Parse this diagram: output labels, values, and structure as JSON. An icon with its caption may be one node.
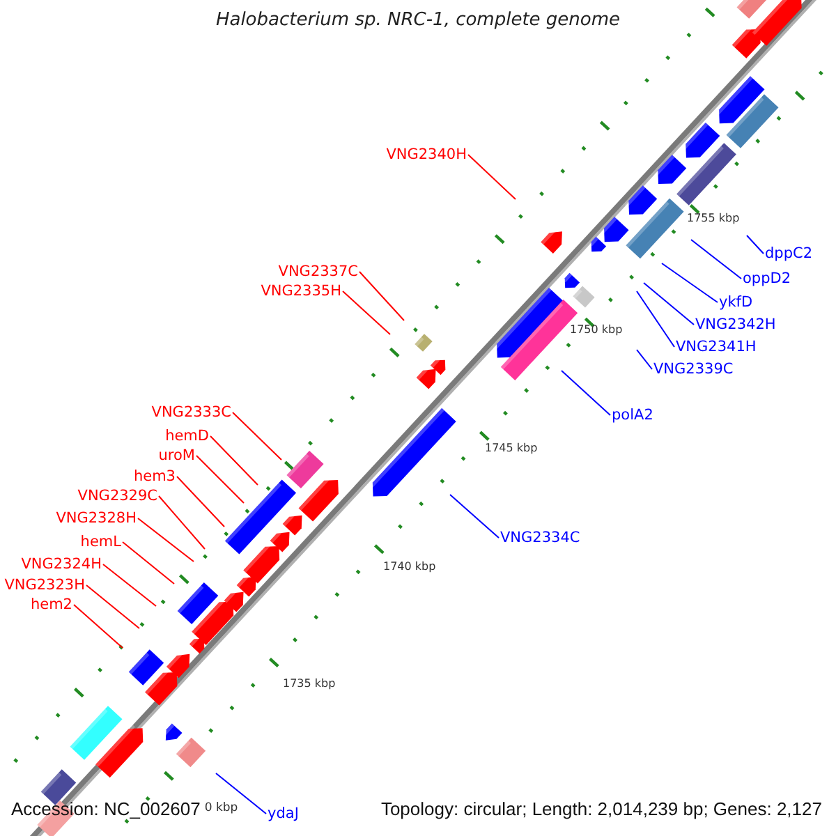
{
  "diagram": {
    "title": "Halobacterium sp. NRC-1, complete genome",
    "nodes": [
      {
        "text": [
          "VNG2340H"
        ]
      },
      {
        "text": [
          "dppC2"
        ]
      },
      {
        "text": [
          "oppD2"
        ]
      },
      {
        "text": [
          "VNG2337C"
        ]
      },
      {
        "text": [
          "VNG2335H"
        ]
      },
      {
        "text": [
          "ykfD"
        ]
      },
      {
        "text": [
          "VNG2342H"
        ]
      },
      {
        "text": [
          "VNG2341H"
        ]
      },
      {
        "text": [
          "VNG2339C"
        ]
      },
      {
        "text": [
          "VNG2333C"
        ]
      },
      {
        "text": [
          "polA2"
        ]
      },
      {
        "text": [
          "hemD"
        ]
      },
      {
        "text": [
          "uroM"
        ]
      },
      {
        "text": [
          "hem3"
        ]
      },
      {
        "text": [
          "VNG2329C"
        ]
      },
      {
        "text": [
          "VNG2328H"
        ]
      },
      {
        "text": [
          "VNG2334C"
        ]
      },
      {
        "text": [
          "hemL"
        ]
      },
      {
        "text": [
          "VNG2324H"
        ]
      },
      {
        "text": [
          "VNG2323H"
        ]
      },
      {
        "text": [
          "hem2"
        ]
      },
      {
        "text": [
          "ydaJ"
        ]
      }
    ],
    "edges": [
      {
        "from": 0,
        "to": null,
        "arrow": "none"
      },
      {
        "from": 1,
        "to": null,
        "arrow": "none",
        "color": "#0000ff"
      },
      {
        "from": 2,
        "to": null,
        "arrow": "none",
        "color": "#0000ff"
      },
      {
        "from": 3,
        "to": null,
        "arrow": "none"
      },
      {
        "from": 4,
        "to": null,
        "arrow": "none"
      },
      {
        "from": 5,
        "to": null,
        "arrow": "none",
        "color": "#0000ff"
      },
      {
        "from": 6,
        "to": null,
        "arrow": "none",
        "color": "#0000ff"
      },
      {
        "from": 7,
        "to": null,
        "arrow": "none",
        "color": "#0000ff"
      },
      {
        "from": 8,
        "to": null,
        "arrow": "none",
        "color": "#0000ff"
      },
      {
        "from": 9,
        "to": null,
        "arrow": "none"
      },
      {
        "from": 10,
        "to": null,
        "arrow": "none",
        "color": "#0000ff"
      },
      {
        "from": 11,
        "to": null,
        "arrow": "none"
      },
      {
        "from": 12,
        "to": null,
        "arrow": "none"
      },
      {
        "from": 13,
        "to": null,
        "arrow": "none"
      },
      {
        "from": 14,
        "to": null,
        "arrow": "none"
      },
      {
        "from": 15,
        "to": null,
        "arrow": "none"
      },
      {
        "from": 16,
        "to": null,
        "arrow": "none",
        "color": "#0000ff"
      },
      {
        "from": 17,
        "to": null,
        "arrow": "none"
      },
      {
        "from": 18,
        "to": null,
        "arrow": "none"
      },
      {
        "from": 19,
        "to": null,
        "arrow": "none"
      },
      {
        "from": 20,
        "to": null,
        "arrow": "none"
      },
      {
        "from": 21,
        "to": null,
        "arrow": "none",
        "color": "#0000ff"
      }
    ],
    "labels": [
      "1755 kbp",
      "1750 kbp",
      "1745 kbp",
      "1740 kbp",
      "1735 kbp",
      "Accession: NC_002607",
      "0 kbp",
      "Topology: circular; Length: 2,014,239 bp; Genes: 2,127"
    ]
  }
}
